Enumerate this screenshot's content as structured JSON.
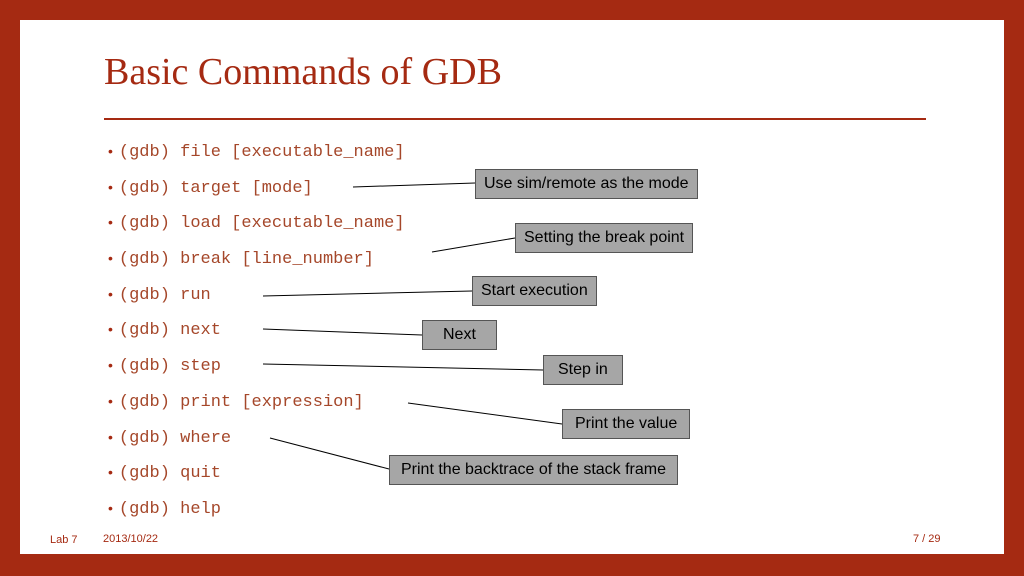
{
  "slide": {
    "title": "Basic Commands of GDB",
    "commands": [
      "(gdb) file [executable_name]",
      "(gdb) target [mode]",
      "(gdb) load [executable_name]",
      "(gdb) break [line_number]",
      "(gdb) run",
      "(gdb) next",
      "(gdb) step",
      "(gdb) print [expression]",
      "(gdb) where",
      "(gdb) quit",
      "(gdb) help"
    ],
    "callouts": [
      "Use sim/remote as the mode",
      "Setting the break point",
      "Start execution",
      "Next",
      "Step in",
      "Print the value",
      "Print the backtrace of the stack frame"
    ]
  },
  "footer": {
    "left": "Lab 7",
    "date": "2013/10/22",
    "page": "7 / 29"
  },
  "colors": {
    "accent": "#a52a12",
    "callout_bg": "#a6a6a6"
  }
}
